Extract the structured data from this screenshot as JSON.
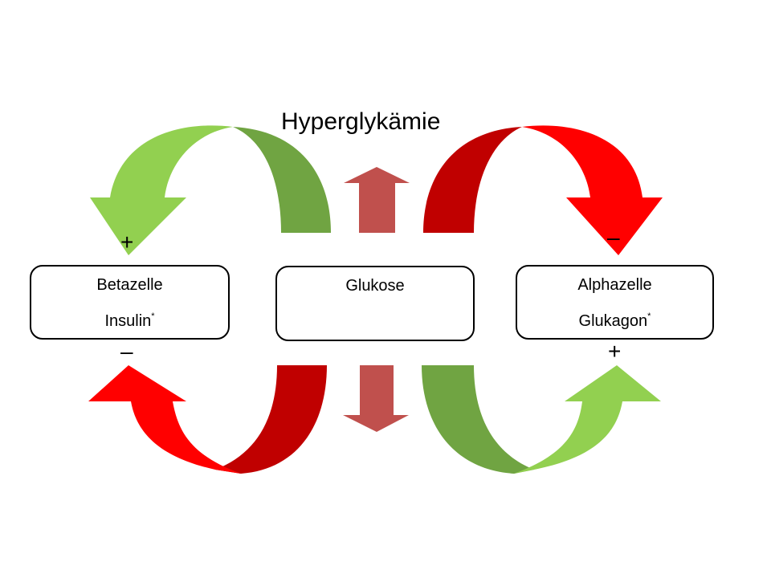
{
  "title": "Hyperglykämie",
  "boxes": {
    "beta": {
      "line1": "Betazelle",
      "line2": "Insulin",
      "mark": "*"
    },
    "glucose": {
      "line1": "Glukose"
    },
    "alpha": {
      "line1": "Alphazelle",
      "line2": "Glukagon",
      "mark": "*"
    }
  },
  "signs": {
    "beta_top": "+",
    "alpha_top": "–",
    "beta_bottom": "–",
    "alpha_bottom": "+"
  },
  "colors": {
    "green_light": "#92d050",
    "green_dark": "#70a442",
    "red_light": "#ff0000",
    "red_dark": "#c00000",
    "arrow_muted": "#c0504d"
  }
}
